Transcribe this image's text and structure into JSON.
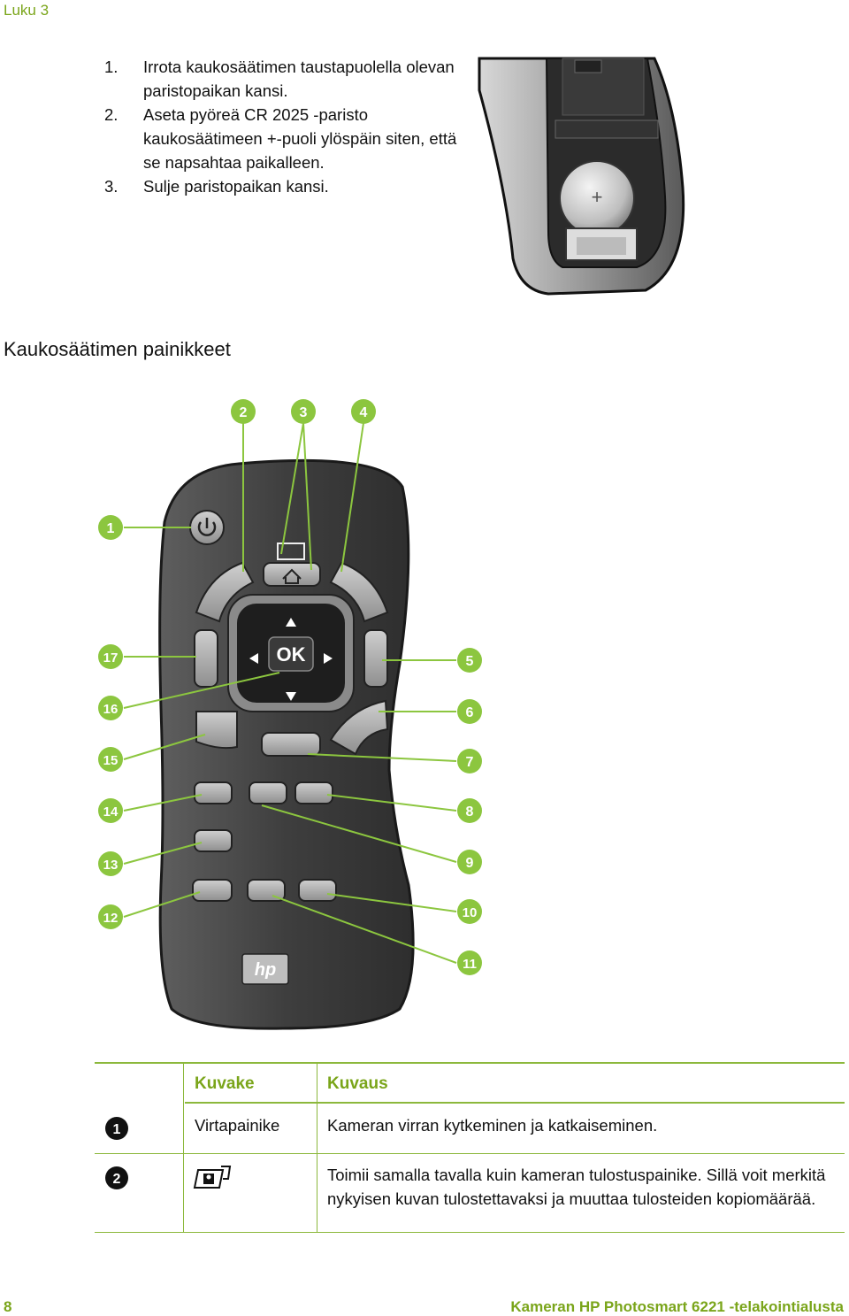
{
  "header": {
    "chapter": "Luku 3"
  },
  "steps": [
    {
      "num": "1.",
      "text": "Irrota kaukosäätimen taustapuolella olevan paristopaikan kansi."
    },
    {
      "num": "2.",
      "text": "Aseta pyöreä CR 2025 -paristo kaukosäätimeen +-puoli ylöspäin siten, että se napsahtaa paikalleen."
    },
    {
      "num": "3.",
      "text": "Sulje paristopaikan kansi."
    }
  ],
  "section_title": "Kaukosäätimen painikkeet",
  "remote": {
    "callouts_top": [
      "2",
      "3",
      "4"
    ],
    "callouts_left": [
      "1",
      "17",
      "16",
      "15",
      "14",
      "13",
      "12"
    ],
    "callouts_right": [
      "5",
      "6",
      "7",
      "8",
      "9",
      "10",
      "11"
    ],
    "ok_label": "OK",
    "logo_text": "hp"
  },
  "table": {
    "headers": {
      "icon": "Kuvake",
      "description": "Kuvaus"
    },
    "rows": [
      {
        "num": "1",
        "icon_label": "Virtapainike",
        "icon_name": "",
        "description": "Kameran virran kytkeminen ja katkaiseminen."
      },
      {
        "num": "2",
        "icon_label": "",
        "icon_name": "print-icon",
        "description": "Toimii samalla tavalla kuin kameran tulostuspainike. Sillä voit merkitä nykyisen kuvan tulostettavaksi ja muuttaa tulosteiden kopiomäärää."
      }
    ]
  },
  "footer": {
    "page": "8",
    "title": "Kameran HP Photosmart 6221 -telakointialusta"
  },
  "colors": {
    "accent": "#7aa51a",
    "callout": "#8cc63f",
    "remote_body": "#4a4a4a"
  }
}
